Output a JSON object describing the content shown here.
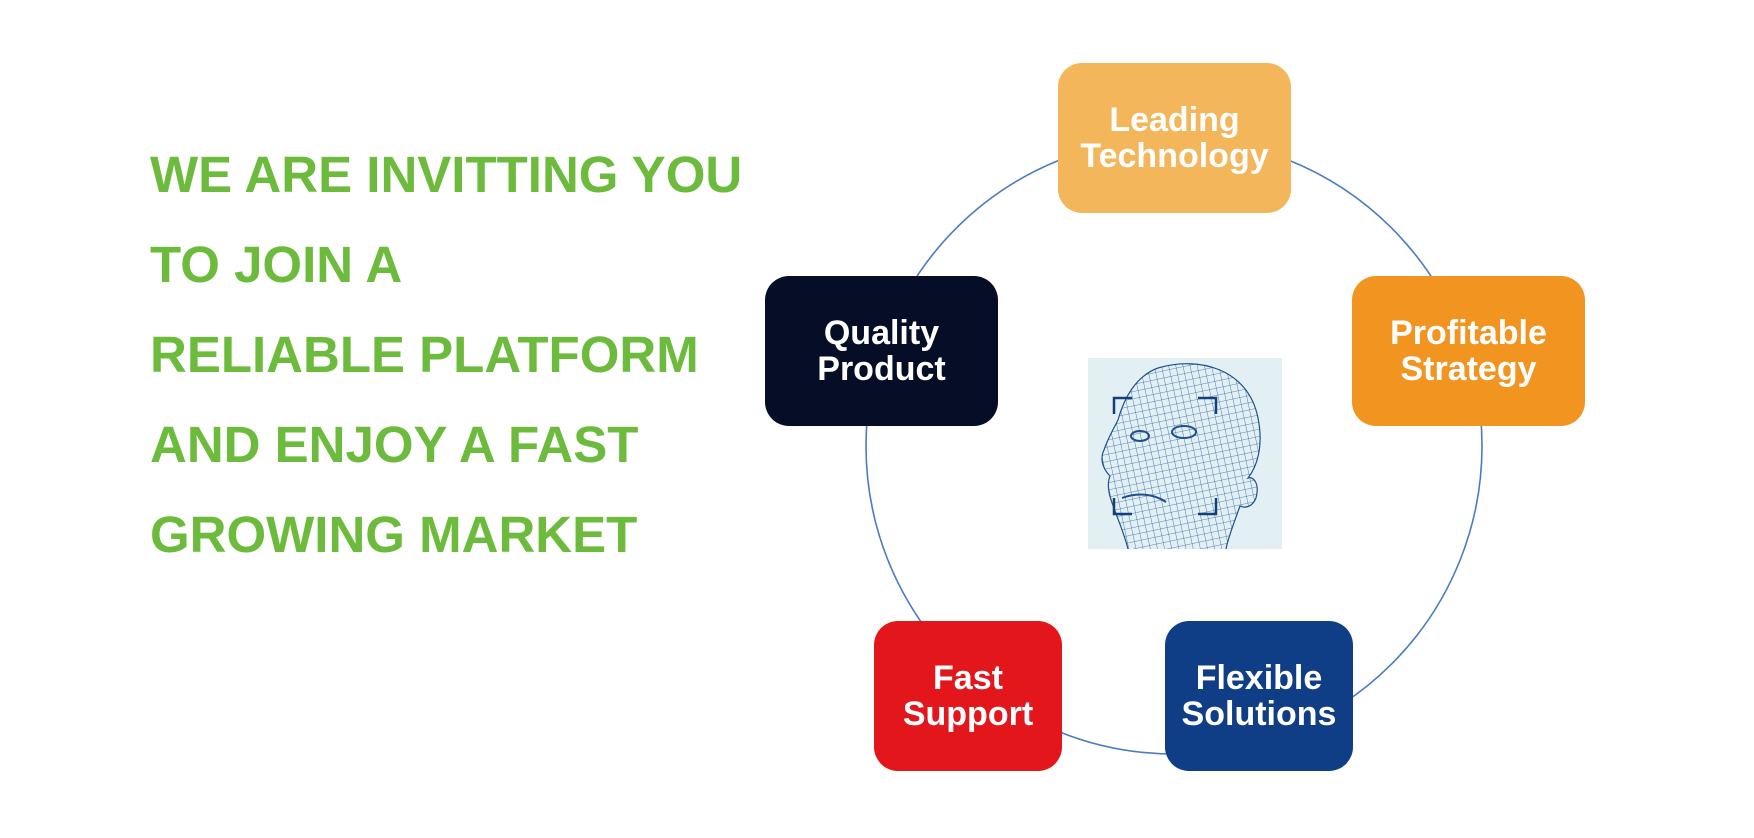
{
  "headline": {
    "lines": [
      "WE ARE INVITTING YOU",
      "TO JOIN A",
      "RELIABLE PLATFORM",
      "AND ENJOY A FAST",
      "GROWING MARKET"
    ],
    "color": "#6cbb3c"
  },
  "cycle": {
    "ring_color": "#4a7cc0",
    "center_icon": "wireframe-face-recognition-icon",
    "nodes": [
      {
        "line1": "Leading",
        "line2": "Technology",
        "color": "#f4b65a"
      },
      {
        "line1": "Profitable",
        "line2": "Strategy",
        "color": "#f19520"
      },
      {
        "line1": "Flexible",
        "line2": "Solutions",
        "color": "#0f3e87"
      },
      {
        "line1": "Fast",
        "line2": "Support",
        "color": "#e3161b"
      },
      {
        "line1": "Quality",
        "line2": "Product",
        "color": "#060e27"
      }
    ]
  }
}
